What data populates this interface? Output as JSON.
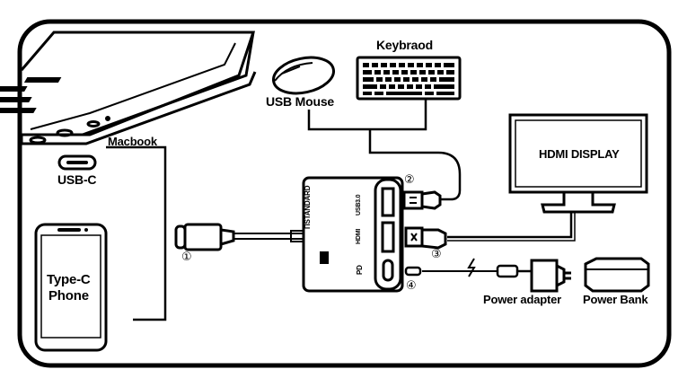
{
  "labels": {
    "keyboard": "Keybraod",
    "mouse": "USB Mouse",
    "macbook": "Macbook",
    "usb_c": "USB-C",
    "display": "HDMI DISPLAY",
    "phone_line1": "Type-C",
    "phone_line2": "Phone",
    "power_adapter": "Power adapter",
    "power_bank": "Power Bank",
    "port_1": "①",
    "port_2": "②",
    "port_3": "③",
    "port_4": "④",
    "hub_brand": "ΠSTANDARD",
    "hub_usb": "USB3.0",
    "hub_hdmi": "HDMI",
    "hub_pd": "PD"
  },
  "colors": {
    "line": "#000000",
    "background": "#ffffff"
  }
}
